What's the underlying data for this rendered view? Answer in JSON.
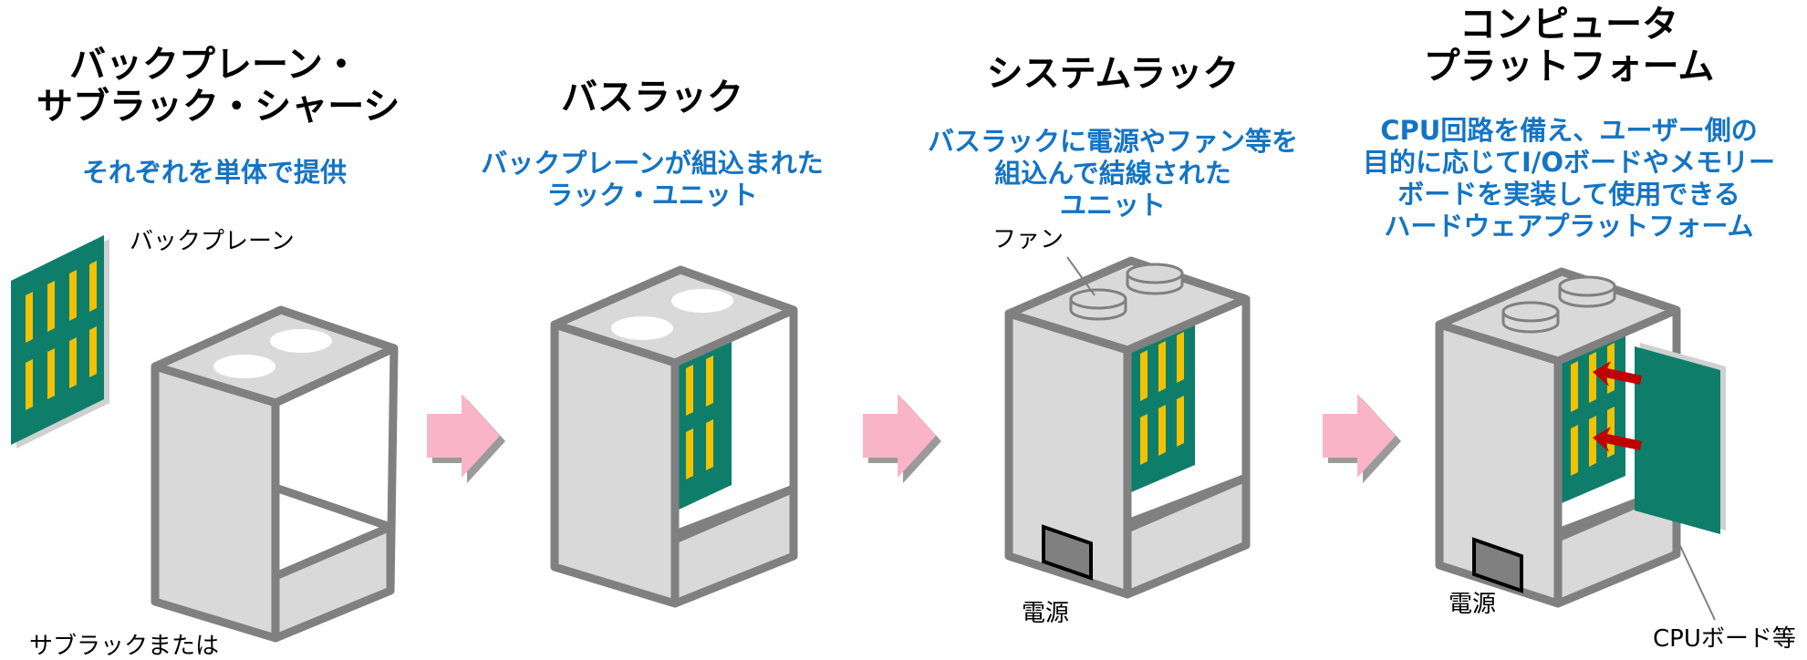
{
  "stages": [
    {
      "title_lines": [
        "バックプレーン・",
        "サブラック・シャーシ"
      ],
      "subtitle_lines": [
        "それぞれを単体で提供"
      ],
      "callouts": {
        "backplane": "バックプレーン",
        "subrack": "サブラックまたは"
      }
    },
    {
      "title_lines": [
        "バスラック"
      ],
      "subtitle_lines": [
        "バックプレーンが組込まれた",
        "ラック・ユニット"
      ],
      "callouts": {}
    },
    {
      "title_lines": [
        "システムラック"
      ],
      "subtitle_lines": [
        "バスラックに電源やファン等を",
        "組込んで結線された",
        "ユニット"
      ],
      "callouts": {
        "fan": "ファン",
        "power": "電源"
      }
    },
    {
      "title_lines": [
        "コンピュータ",
        "プラットフォーム"
      ],
      "subtitle_lines": [
        "CPU回路を備え、ユーザー側の",
        "目的に応じてI/Oボードやメモリー",
        "ボードを実装して使用できる",
        "ハードウェアプラットフォーム"
      ],
      "callouts": {
        "power": "電源",
        "cpu_board": "CPUボード等"
      }
    }
  ],
  "colors": {
    "title": "#000000",
    "subtitle": "#1474c4",
    "frame_stroke": "#808080",
    "frame_fill": "#d9d9d9",
    "board_green": "#0e7e6b",
    "board_connector": "#f2c200",
    "arrow_pink": "#f9b4c8",
    "insert_arrow": "#c00000"
  },
  "icons": [
    "backplane-board-icon",
    "subrack-chassis-icon",
    "bus-rack-icon",
    "system-rack-icon",
    "computer-platform-icon",
    "progress-arrow-icon"
  ]
}
